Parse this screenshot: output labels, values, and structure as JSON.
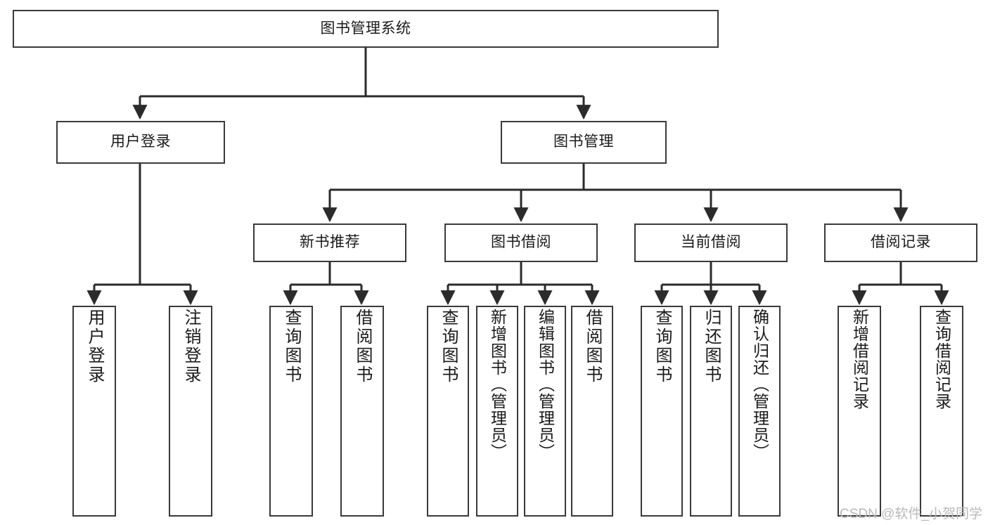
{
  "diagram": {
    "type": "tree-hierarchy",
    "title": "图书管理系统",
    "watermark": "CSDN @软件_小贺同学",
    "colors": {
      "box_border": "#3a3a3a",
      "box_fill": "#ffffff",
      "connector": "#2b2b2b",
      "text": "#1a1a1a",
      "watermark": "#b9b9b9"
    },
    "root": {
      "label": "图书管理系统"
    },
    "level2": [
      {
        "label": "用户登录"
      },
      {
        "label": "图书管理"
      }
    ],
    "level3": [
      {
        "label": "新书推荐"
      },
      {
        "label": "图书借阅"
      },
      {
        "label": "当前借阅"
      },
      {
        "label": "借阅记录"
      }
    ],
    "leaves": {
      "user_login": [
        {
          "label": "用户登录"
        },
        {
          "label": "注销登录"
        }
      ],
      "new_book_recommend": [
        {
          "label": "查询图书"
        },
        {
          "label": "借阅图书"
        }
      ],
      "book_borrow": [
        {
          "label": "查询图书"
        },
        {
          "label": "新增图书（管理员）"
        },
        {
          "label": "编辑图书（管理员）"
        },
        {
          "label": "借阅图书"
        }
      ],
      "current_borrow": [
        {
          "label": "查询图书"
        },
        {
          "label": "归还图书"
        },
        {
          "label": "确认归还（管理员）"
        }
      ],
      "borrow_record": [
        {
          "label": "新增借阅记录"
        },
        {
          "label": "查询借阅记录"
        }
      ]
    }
  }
}
